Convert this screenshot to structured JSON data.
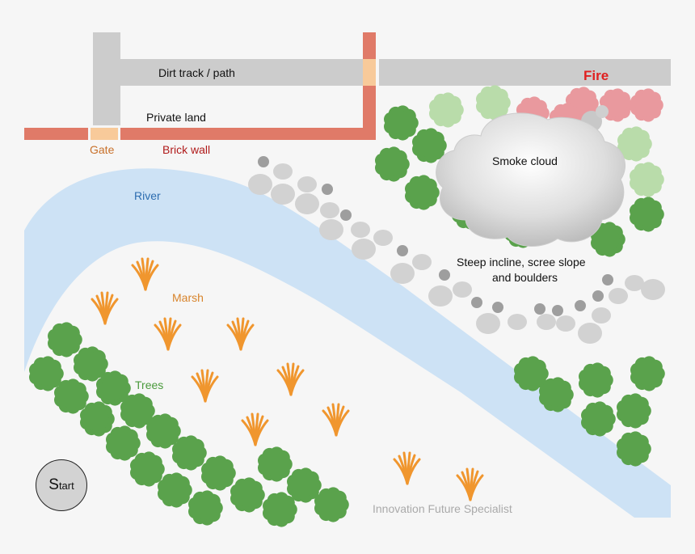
{
  "labels": {
    "dirt_track": "Dirt track / path",
    "private_land": "Private land",
    "gate": "Gate",
    "brick_wall": "Brick wall",
    "fire": "Fire",
    "smoke_cloud": "Smoke cloud",
    "river": "River",
    "steep_incline_line1": "Steep incline, scree slope",
    "steep_incline_line2": "and boulders",
    "marsh": "Marsh",
    "trees": "Trees",
    "start_initial": "S",
    "start_rest": "tart",
    "watermark": "Innovation Future Specialist"
  },
  "colors": {
    "background": "#f6f6f6",
    "track": "#cccccc",
    "brick_wall": "#e07a68",
    "gate": "#f8ca9a",
    "river": "#cde2f5",
    "tree": "#5aa24c",
    "tree_faded": "#b9dcaa",
    "fire_tree": "#e9999e",
    "fire_text": "#e02020",
    "marsh_plant": "#f0962e",
    "boulder_light": "#d2d2d2",
    "boulder_dark": "#9e9e9e",
    "start_circle": "#d3d3d3"
  },
  "icons": [
    "tree-icon",
    "marsh-plant-icon",
    "boulder-icon",
    "smoke-cloud-icon"
  ]
}
